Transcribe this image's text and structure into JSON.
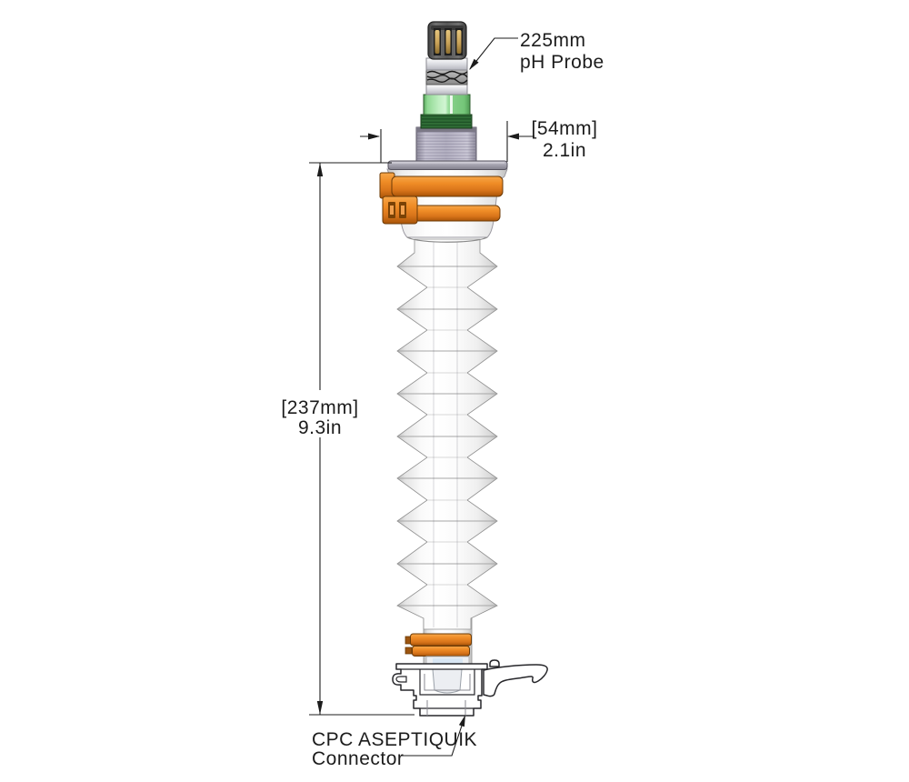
{
  "drawing": {
    "probe_label": {
      "line1": "225mm",
      "line2": "pH Probe"
    },
    "width_dimension": {
      "metric": "[54mm]",
      "imperial": "2.1in"
    },
    "height_dimension": {
      "metric": "[237mm]",
      "imperial": "9.3in"
    },
    "connector_label": {
      "line1": "CPC ASEPTIQUIK",
      "line2": "Connector"
    }
  },
  "colors": {
    "line": "#1c1c1c",
    "clamp_orange": "#e8862c",
    "clamp_orange_dark": "#a85408",
    "hex_nut_green": "#8fd892",
    "collar_green": "#2f6d36",
    "cap_gray": "#565656",
    "pin_gold": "#c9a257",
    "housing_gray": "#b4b1c2",
    "body_white": "#ffffff"
  }
}
